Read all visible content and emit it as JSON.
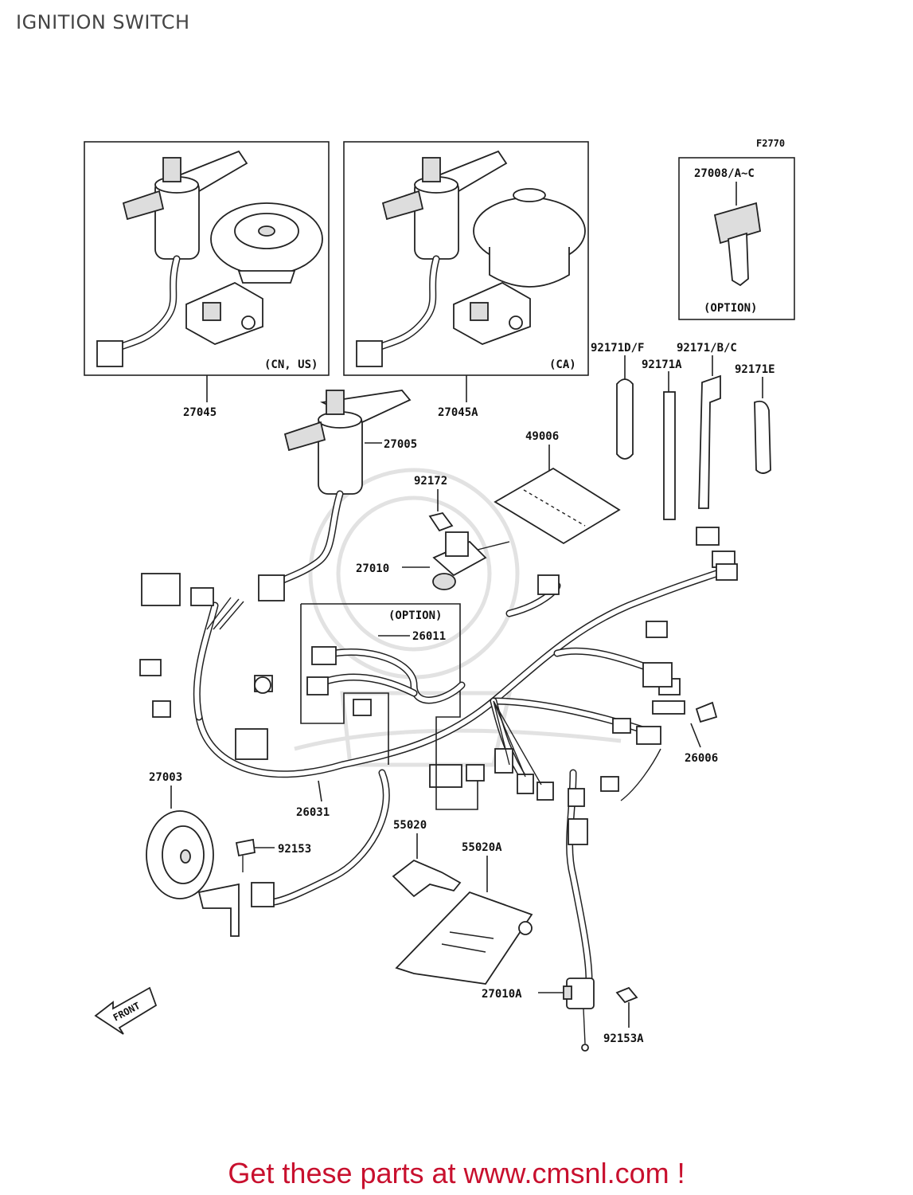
{
  "header": {
    "title": "IGNITION SWITCH"
  },
  "figure_code": "F2770",
  "boxes": {
    "cn_us": "(CN, US)",
    "ca": "(CA)",
    "key_option": "(OPTION)",
    "harness_option": "(OPTION)"
  },
  "parts": {
    "p27045": "27045",
    "p27045A": "27045A",
    "p27008": "27008/A~C",
    "p92171DF": "92171D/F",
    "p92171BC": "92171/B/C",
    "p92171A": "92171A",
    "p92171E": "92171E",
    "p27005": "27005",
    "p49006": "49006",
    "p92172": "92172",
    "p27010": "27010",
    "p26011": "26011",
    "p26006": "26006",
    "p27003": "27003",
    "p26031": "26031",
    "p55020": "55020",
    "p55020A": "55020A",
    "p92153": "92153",
    "p27010A": "27010A",
    "p92153A": "92153A"
  },
  "front_label": "FRONT",
  "footer": {
    "text": "Get these parts at www.cmsnl.com !"
  },
  "colors": {
    "footer": "#c8102e",
    "line": "#222222"
  }
}
